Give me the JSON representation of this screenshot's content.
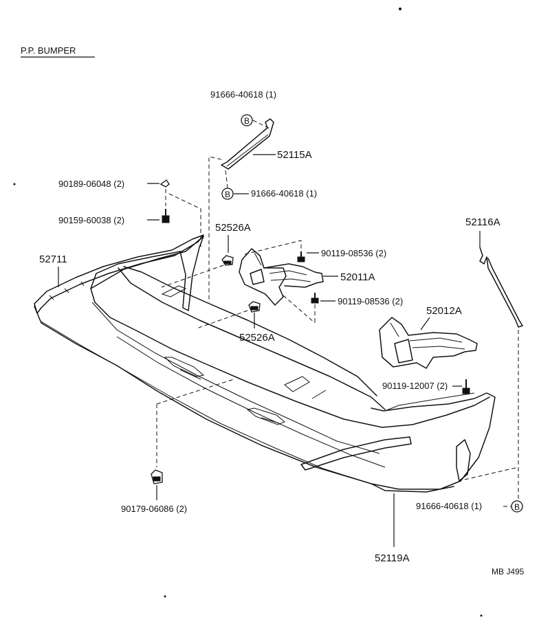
{
  "title": "P.P. BUMPER",
  "drawing_code": "MB J495",
  "callouts": {
    "bolt_b_top": "91666-40618 (1)",
    "bolt_b_mid": "91666-40618 (1)",
    "bolt_b_bottom": "91666-40618 (1)",
    "stay_top": "52115A",
    "stay_right": "52116A",
    "clip_90189": "90189-06048 (2)",
    "screw_90159": "90159-60038 (2)",
    "clip_52526A_top": "52526A",
    "clip_52526A_bottom": "52526A",
    "cover_52711": "52711",
    "bracket_left": "52011A",
    "bracket_right": "52012A",
    "bolt_90119_a": "90119-08536 (2)",
    "bolt_90119_b": "90119-08536 (2)",
    "bolt_90119_c": "90119-12007 (2)",
    "nut_90179": "90179-06086 (2)",
    "bumper_cover": "52119A"
  },
  "symbols": {
    "bolt_marker": "B"
  }
}
